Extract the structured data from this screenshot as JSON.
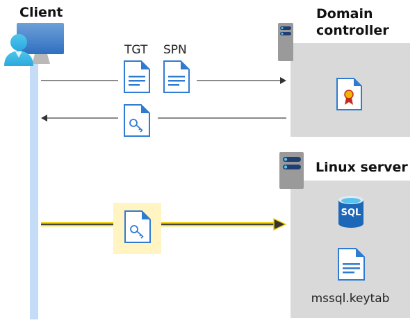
{
  "client": {
    "label": "Client"
  },
  "domain_controller": {
    "label": "Domain\ncontroller"
  },
  "linux_server": {
    "label": "Linux server",
    "sql_label": "SQL",
    "keytab_label": "mssql.keytab"
  },
  "request": {
    "tgt_label": "TGT",
    "spn_label": "SPN"
  },
  "colors": {
    "client_bar": "#c5dcf7",
    "server_box": "#d9d9d9",
    "highlight": "#fff4c2",
    "highlight_arrow": "#f5d000",
    "doc_blue": "#2f7bd1"
  }
}
